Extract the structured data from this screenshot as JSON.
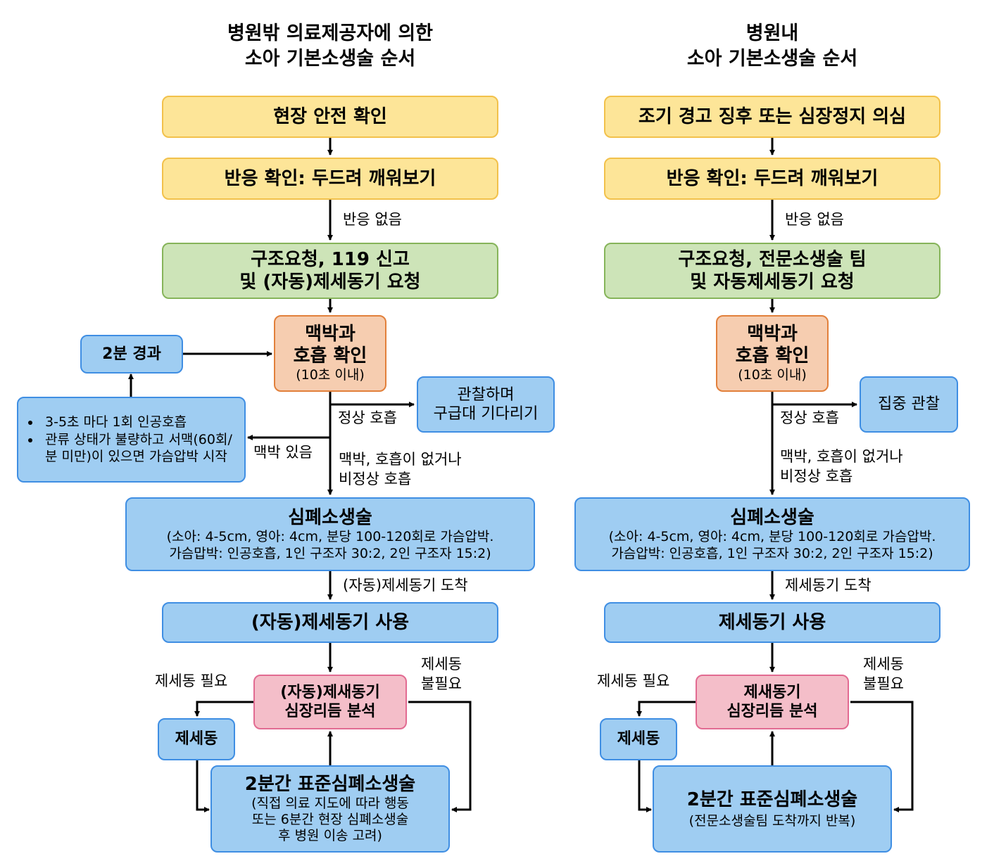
{
  "left": {
    "title_line1": "병원밖 의료제공자에 의한",
    "title_line2": "소아 기본소생술 순서",
    "scene_safety": "현장 안전 확인",
    "check_response": "반응 확인: 두드려 깨워보기",
    "no_response": "반응 없음",
    "call_help_line1": "구조요청, 119 신고",
    "call_help_line2": "및 (자동)제세동기 요청",
    "pulse_check_line1": "맥박과",
    "pulse_check_line2": "호흡 확인",
    "pulse_check_sub": "(10초 이내)",
    "two_min": "2분 경과",
    "rescue_breath_1": "3-5초 마다 1회 인공호흡",
    "rescue_breath_2": "관류 상태가 불량하고 서맥(60회/분 미만)이 있으면 가슴압박 시작",
    "observe_line1": "관찰하며",
    "observe_line2": "구급대 기다리기",
    "normal_breathing": "정상 호흡",
    "pulse_present": "맥박 있음",
    "no_pulse_line1": "맥박, 호흡이 없거나",
    "no_pulse_line2": "비정상 호흡",
    "cpr_title": "심폐소생술",
    "cpr_sub1": "(소아: 4-5cm, 영아: 4cm, 분당 100-120회로 가슴압박.",
    "cpr_sub2": "가슴맙박: 인공호흡, 1인 구조자 30:2, 2인 구조자 15:2)",
    "aed_arrives": "(자동)제세동기 도착",
    "use_aed": "(자동)제세동기 사용",
    "shock_needed": "제세동 필요",
    "shock_not_needed_line1": "제세동",
    "shock_not_needed_line2": "불필요",
    "rhythm_line1": "(자동)제새동기",
    "rhythm_line2": "심장리듬 분석",
    "shock": "제세동",
    "cpr2_title": "2분간 표준심폐소생술",
    "cpr2_sub1": "(직접 의료 지도에 따라 행동",
    "cpr2_sub2": "또는 6분간 현장 심폐소생술",
    "cpr2_sub3": "후 병원 이송 고려)"
  },
  "right": {
    "title_line1": "병원내",
    "title_line2": "소아 기본소생술 순서",
    "warning_signs": "조기 경고 징후 또는 심장정지 의심",
    "check_response": "반응 확인: 두드려 깨워보기",
    "no_response": "반응 없음",
    "call_help_line1": "구조요청, 전문소생술 팀",
    "call_help_line2": "및 자동제세동기 요청",
    "pulse_check_line1": "맥박과",
    "pulse_check_line2": "호흡 확인",
    "pulse_check_sub": "(10초 이내)",
    "observe": "집중 관찰",
    "normal_breathing": "정상 호흡",
    "no_pulse_line1": "맥박, 호흡이 없거나",
    "no_pulse_line2": "비정상 호흡",
    "cpr_title": "심폐소생술",
    "cpr_sub1": "(소아: 4-5cm, 영아: 4cm, 분당 100-120회로 가슴압박.",
    "cpr_sub2": "가슴압박: 인공호흡, 1인 구조자 30:2, 2인 구조자 15:2)",
    "aed_arrives": "제세동기 도착",
    "use_aed": "제세동기 사용",
    "shock_needed": "제세동 필요",
    "shock_not_needed_line1": "제세동",
    "shock_not_needed_line2": "불필요",
    "rhythm_line1": "제새동기",
    "rhythm_line2": "심장리듬 분석",
    "shock": "제세동",
    "cpr2_title": "2분간 표준심폐소생술",
    "cpr2_sub1": "(전문소생술팀 도착까지 반복)"
  },
  "colors": {
    "yellow": "#fde598",
    "green": "#cde4b8",
    "orange": "#f6cdb0",
    "blue": "#9fcdf2",
    "pink": "#f4bec9"
  }
}
